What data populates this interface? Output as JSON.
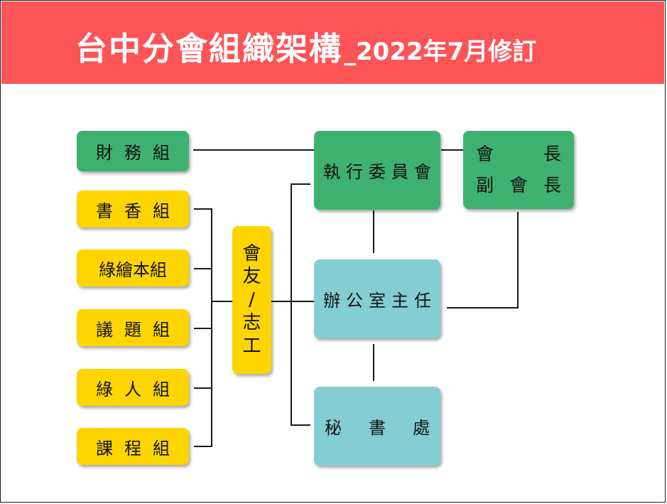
{
  "title": {
    "main": "台中分會組織架構",
    "sub": "_2022年7月修訂"
  },
  "groups": {
    "finance": "財務組",
    "book": "書香組",
    "picture_book": "綠繪本組",
    "issues": "議題組",
    "green_people": "綠人組",
    "courses": "課程組"
  },
  "center": {
    "volunteers_chars": [
      "會",
      "友",
      "/",
      "志",
      "工"
    ],
    "executive": "執行委員會",
    "office": "辦公室主任",
    "secretariat": "秘書處"
  },
  "leaders": {
    "row1": [
      "會",
      "長"
    ],
    "row2": [
      "副",
      "會",
      "長"
    ]
  },
  "colors": {
    "banner": "#fd5458",
    "green": "#3eb170",
    "yellow": "#fed500",
    "teal": "#84ced3"
  }
}
